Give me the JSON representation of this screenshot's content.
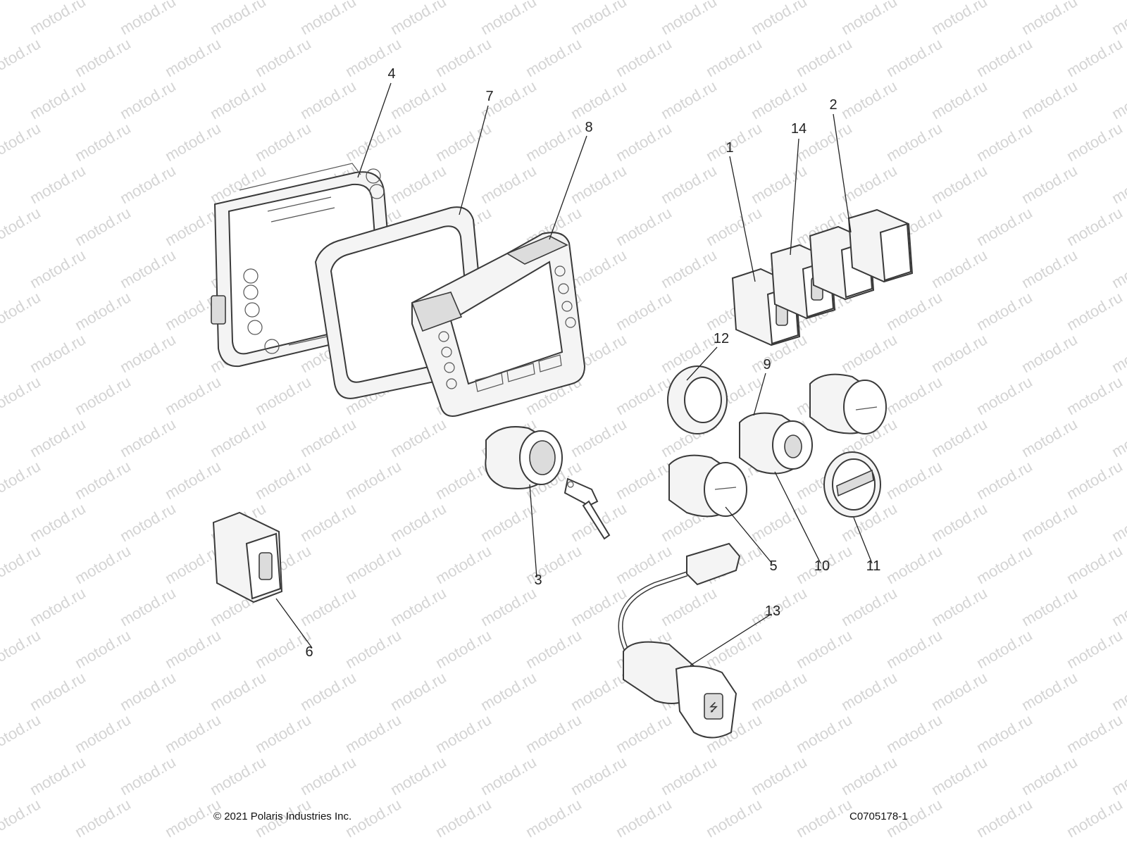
{
  "watermark": "motod.ru",
  "callouts": {
    "c1": "1",
    "c2": "2",
    "c3": "3",
    "c4": "4",
    "c5": "5",
    "c6": "6",
    "c7": "7",
    "c8": "8",
    "c9": "9",
    "c10": "10",
    "c11": "11",
    "c12": "12",
    "c13": "13",
    "c14": "14"
  },
  "footer": {
    "copyright": "© 2021 Polaris Industries Inc.",
    "drawing_number": "C0705178-1"
  },
  "icons": [
    "usb-icon",
    "key-icon",
    "polaris-logo"
  ]
}
